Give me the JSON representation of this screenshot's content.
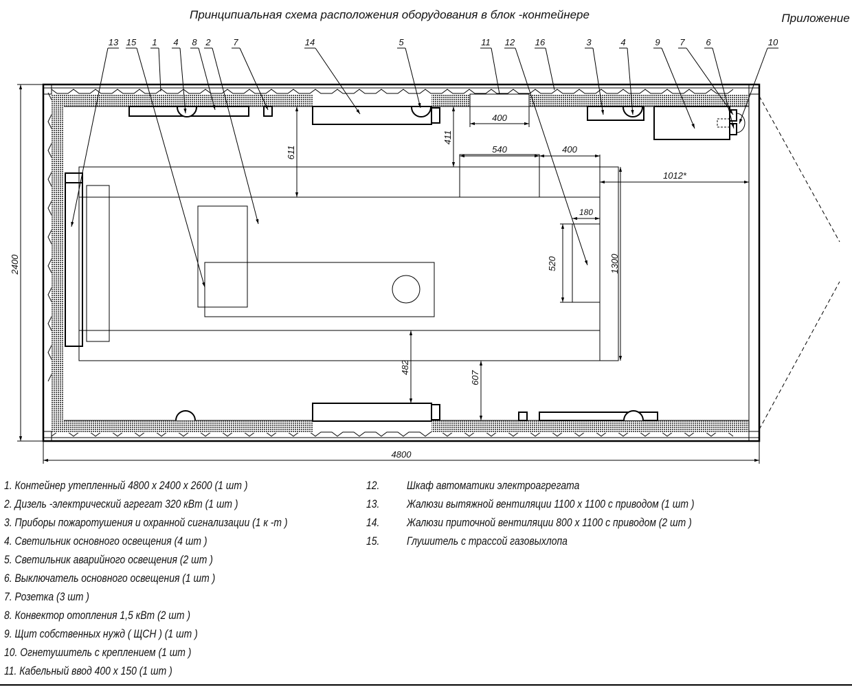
{
  "title": "Принципиальная схема расположения оборудования в блок -контейнере",
  "appendix": "Приложение",
  "callouts": [
    "13",
    "15",
    "1",
    "4",
    "8",
    "2",
    "7",
    "14",
    "5",
    "11",
    "12",
    "16",
    "3",
    "4",
    "9",
    "7",
    "6",
    "10"
  ],
  "dimensions": {
    "width_total": "4800",
    "height_total": "2400",
    "d400_top": "400",
    "d411": "411",
    "d611": "611",
    "d540": "540",
    "d400_mid": "400",
    "d1012": "1012*",
    "d180": "180",
    "d520": "520",
    "d1300": "1300",
    "d482": "482",
    "d607": "607"
  },
  "legend_left": [
    "1. Контейнер утепленный  4800 x 2400 x 2600 (1 шт )",
    "2. Дизель -электрический агрегат  320 кВт  (1 шт )",
    "3. Приборы пожаротушения и охранной сигнализации  (1 к -т )",
    "4. Светильник основного освещения  (4 шт )",
    "5. Светильник аварийного освещения  (2 шт )",
    "6. Выключатель основного освещения  (1 шт )",
    "7. Розетка  (3 шт )",
    "8.  Конвектор отопления  1,5 кВт  (2 шт )",
    "9.  Щит собственных нужд  ( ЩСН ) (1 шт )",
    "10. Огнетушитель с креплением  (1 шт )",
    "11.  Кабельный ввод  400 x 150 (1 шт )"
  ],
  "legend_right": [
    {
      "num": "12.",
      "text": "Шкаф автоматики электроагрегата"
    },
    {
      "num": "13.",
      "text": "Жалюзи вытяжной вентиляции  1100 x 1100  с приводом (1 шт )"
    },
    {
      "num": "14.",
      "text": "Жалюзи приточной вентиляции  800 x 1100  с приводом (2 шт )"
    },
    {
      "num": "15.",
      "text": "Глушитель с трассой газовыхлопа"
    }
  ]
}
